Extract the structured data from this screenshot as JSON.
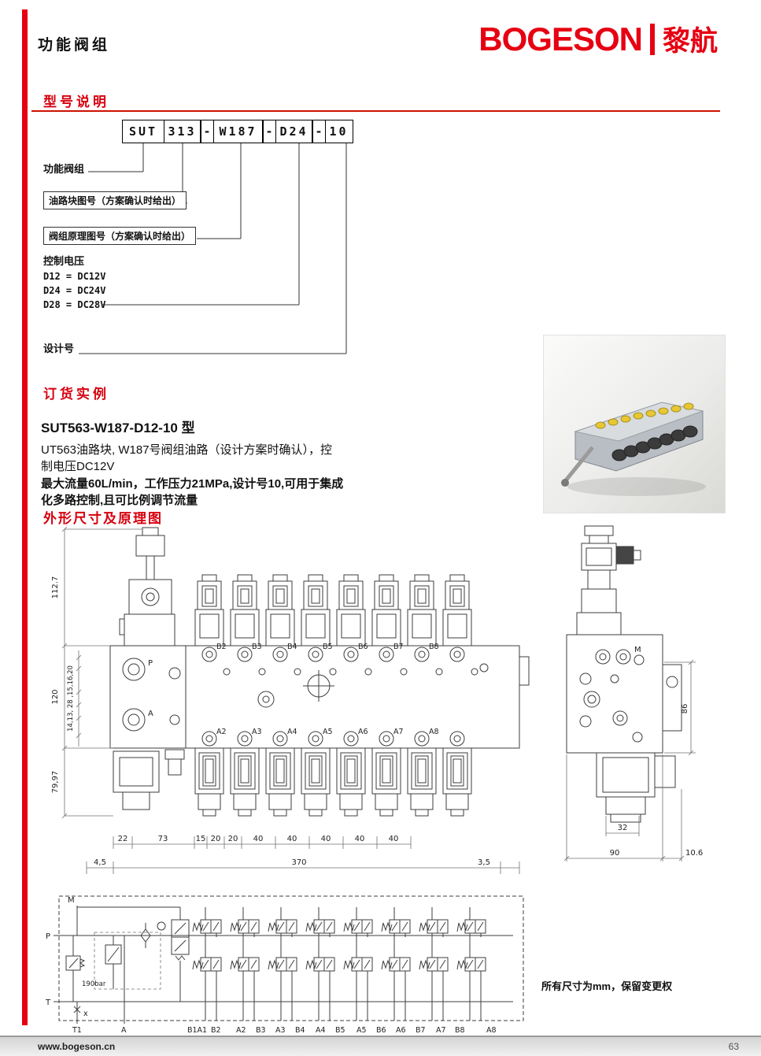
{
  "page": {
    "title": "功能阀组",
    "note": "所有尺寸为mm，保留变更权",
    "footer_url": "www.bogeson.cn",
    "page_number": "63"
  },
  "logo": {
    "en": "BOGESON",
    "cn": "黎航"
  },
  "colors": {
    "brand_red": "#e60012",
    "heading_red": "#d7000f"
  },
  "model": {
    "heading": "型号说明",
    "code": [
      "SUT",
      "313",
      "-",
      "W187",
      "-",
      "D24",
      "-",
      "10"
    ],
    "callout_function": "功能阀组",
    "callout_block": "油路块图号（方案确认时给出）",
    "callout_schematic": "阀组原理图号（方案确认时给出）",
    "callout_voltage": "控制电压",
    "voltage_options": [
      "D12 = DC12V",
      "D24 = DC24V",
      "D28 = DC28V"
    ],
    "callout_design": "设计号"
  },
  "order": {
    "heading": "订货实例",
    "model_name": "SUT563-W187-D12-10 型",
    "line1": "UT563油路块, W187号阀组油路（设计方案时确认），控",
    "line2": "制电压DC12V",
    "line3": "最大流量60L/min，工作压力21MPa,设计号10,可用于集成",
    "line4": "化多路控制,且可比例调节流量"
  },
  "drawing": {
    "heading": "外形尺寸及原理图",
    "front": {
      "p": "P",
      "a": "A",
      "top_ports": [
        "B2",
        "B3",
        "B4",
        "B5",
        "B6",
        "B7",
        "B8"
      ],
      "bottom_ports": [
        "A2",
        "A3",
        "A4",
        "A5",
        "A6",
        "A7",
        "A8"
      ],
      "dim_112": "112.7",
      "dim_120": "120",
      "dim_79": "79,97",
      "dim_stack": "14,13, 28 ,15,16,20",
      "dims_row1": [
        "22",
        "73",
        "15",
        "20",
        "20",
        "40",
        "40",
        "40",
        "40",
        "40"
      ],
      "dim_45": "4,5",
      "dim_370": "370",
      "dim_35": "3,5"
    },
    "side": {
      "m": "M",
      "dim_86": "86",
      "dim_32": "32",
      "dim_90": "90",
      "dim_106": "10.6"
    }
  },
  "schematic": {
    "m": "M",
    "p": "P",
    "t": "T",
    "x": "x",
    "pressure": "190bar",
    "bottom_labels": [
      "T1",
      "A",
      "B1A1",
      "B2",
      "A2",
      "B3",
      "A3",
      "B4",
      "A4",
      "B5",
      "A5",
      "B6",
      "A6",
      "B7",
      "A7",
      "B8",
      "A8"
    ]
  }
}
